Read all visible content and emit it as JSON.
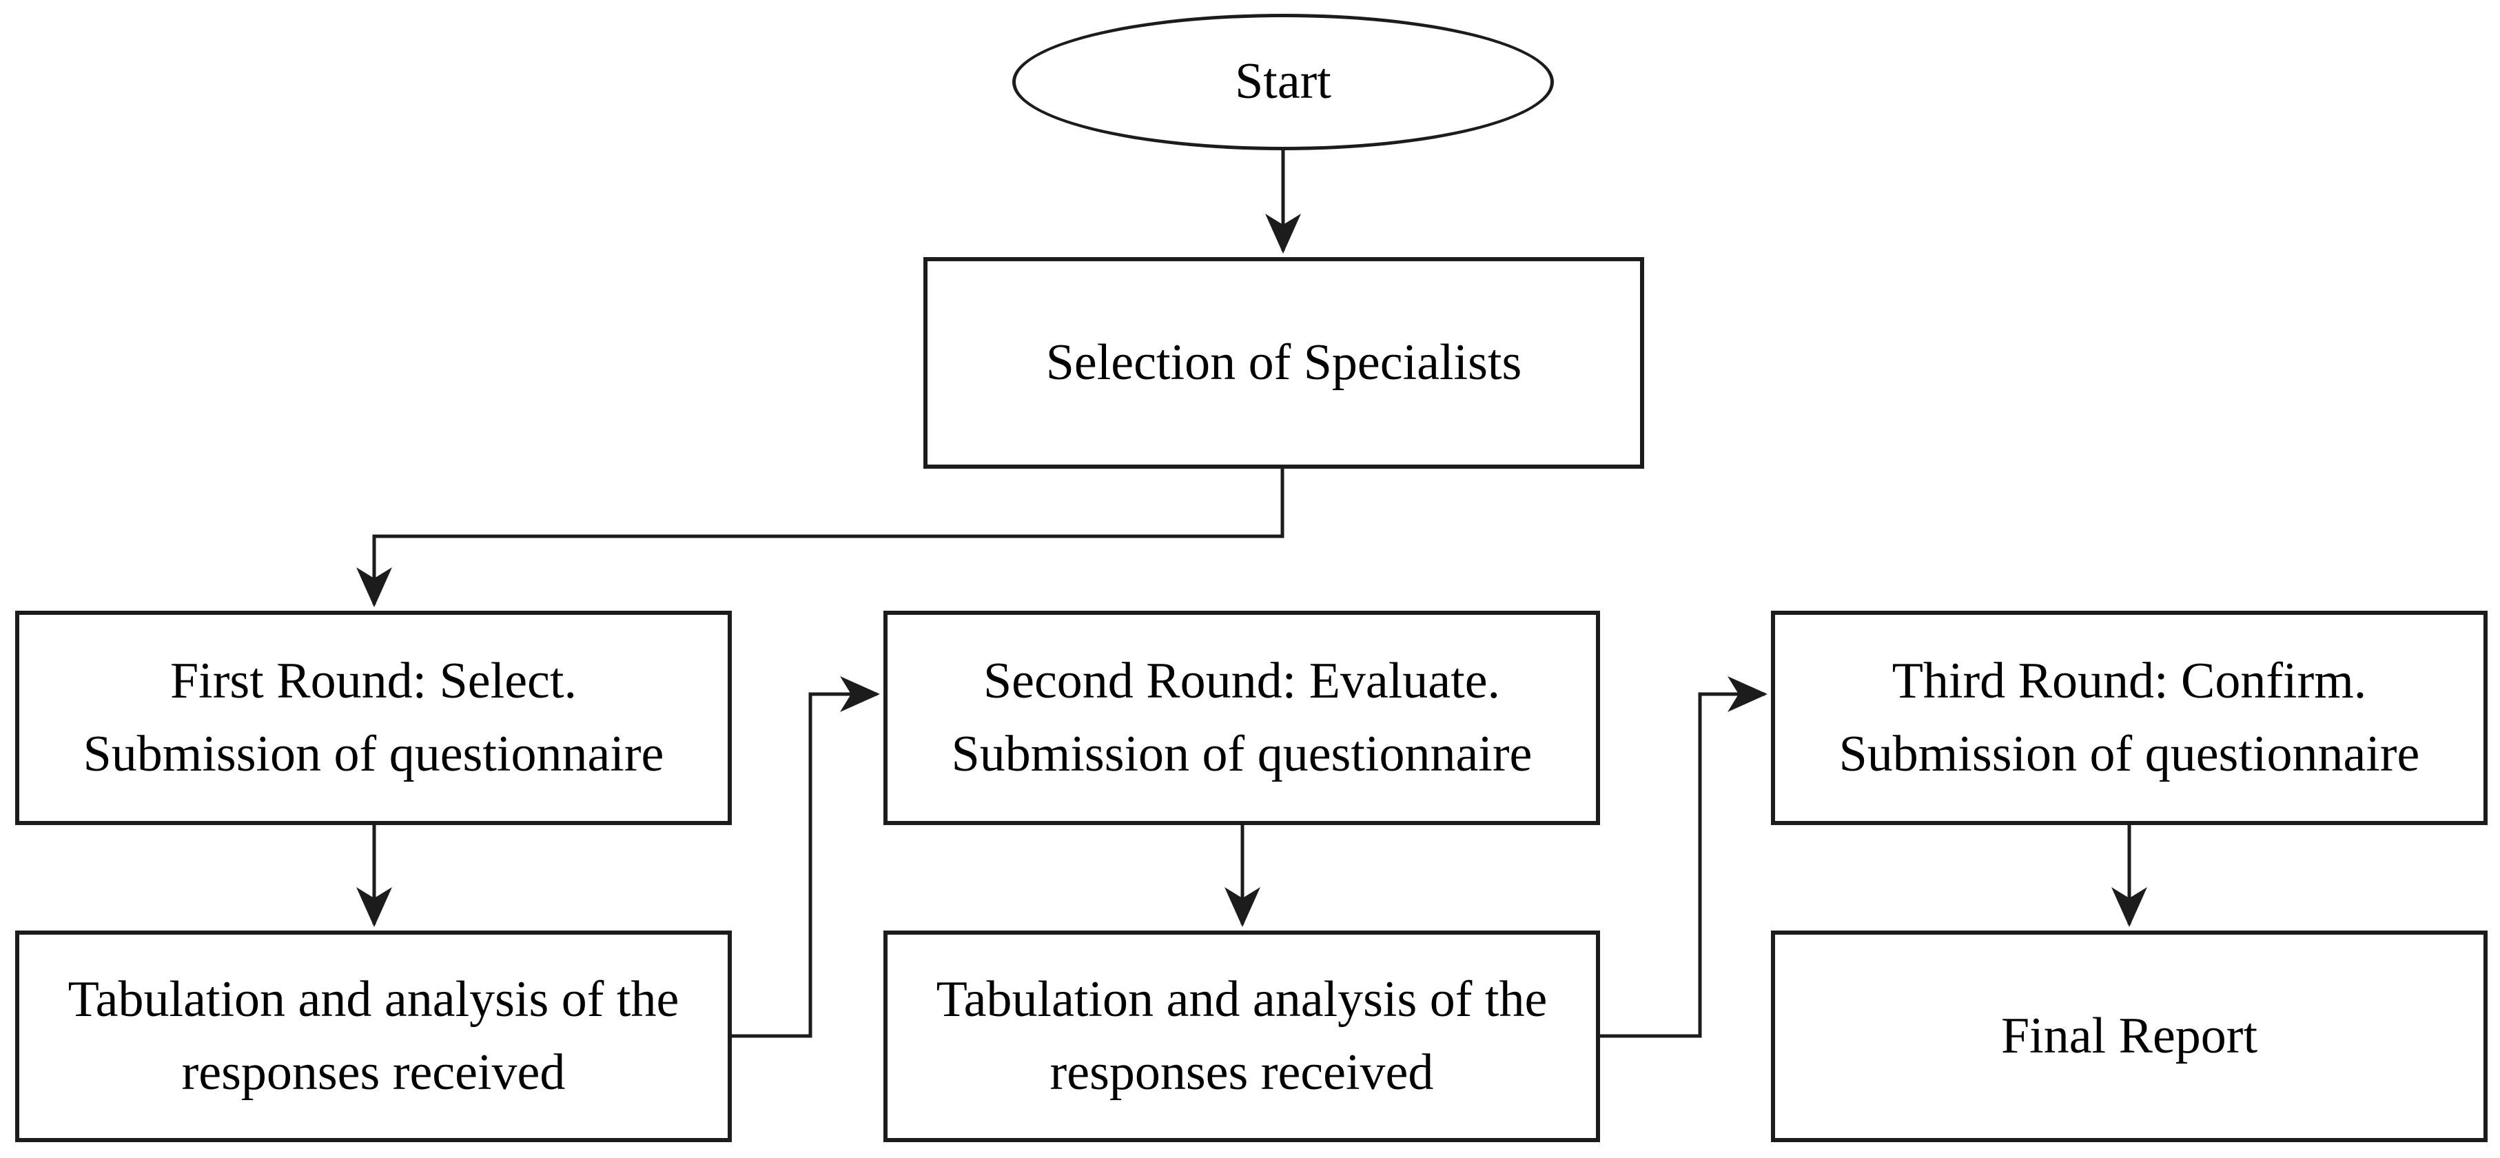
{
  "diagram": {
    "background": "#ffffff",
    "stroke_color": "#1c1c1c",
    "text_color": "#000000",
    "nodes": {
      "start": {
        "shape": "oval",
        "label": "Start"
      },
      "selection": {
        "shape": "rectangle",
        "label": "Selection of Specialists"
      },
      "round1": {
        "shape": "rectangle",
        "line1": "First Round: Select.",
        "line2": "Submission of questionnaire"
      },
      "round2": {
        "shape": "rectangle",
        "line1": "Second Round: Evaluate.",
        "line2": "Submission of questionnaire"
      },
      "round3": {
        "shape": "rectangle",
        "line1": "Third Round: Confirm.",
        "line2": "Submission of questionnaire"
      },
      "tabulation1": {
        "shape": "rectangle",
        "line1": "Tabulation and analysis of the",
        "line2": "responses received"
      },
      "tabulation2": {
        "shape": "rectangle",
        "line1": "Tabulation and analysis of the",
        "line2": "responses received"
      },
      "final_report": {
        "shape": "rectangle",
        "label": "Final Report"
      }
    },
    "edges": [
      {
        "from": "start",
        "to": "selection"
      },
      {
        "from": "selection",
        "to": "round1"
      },
      {
        "from": "round1",
        "to": "tabulation1"
      },
      {
        "from": "tabulation1",
        "to": "round2"
      },
      {
        "from": "round2",
        "to": "tabulation2"
      },
      {
        "from": "tabulation2",
        "to": "round3"
      },
      {
        "from": "round3",
        "to": "final_report"
      }
    ]
  }
}
